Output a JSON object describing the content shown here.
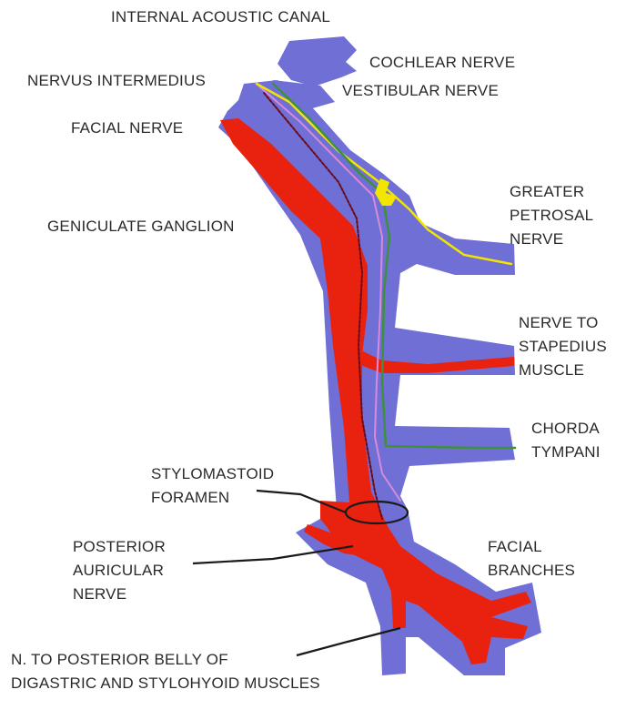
{
  "labels": {
    "internal_acoustic_canal": "INTERNAL ACOUSTIC CANAL",
    "cochlear_nerve": "COCHLEAR NERVE",
    "nervus_intermedius": "NERVUS INTERMEDIUS",
    "vestibular_nerve": "VESTIBULAR NERVE",
    "facial_nerve": "FACIAL NERVE",
    "greater_petrosal_nerve": "GREATER\nPETROSAL\nNERVE",
    "geniculate_ganglion": "GENICULATE GANGLION",
    "nerve_to_stapedius": "NERVE TO\nSTAPEDIUS\nMUSCLE",
    "chorda_tympani": "CHORDA\nTYMPANI",
    "stylomastoid_foramen": "STYLOMASTOID\nFORAMEN",
    "posterior_auricular_nerve": "POSTERIOR\nAURICULAR\nNERVE",
    "facial_branches": "FACIAL\nBRANCHES",
    "digastric_nerve": "N. TO POSTERIOR BELLY OF\nDIGASTRIC AND STYLOHYOID MUSCLES"
  },
  "colors": {
    "sheath": "#6f6fd6",
    "facial": "#e8220f",
    "intermedius": "#f2e600",
    "chorda": "#3f8f3f",
    "dark_fiber": "#6a0a18",
    "pink_fiber": "#d88ad8",
    "leader": "#1a1a1a"
  }
}
